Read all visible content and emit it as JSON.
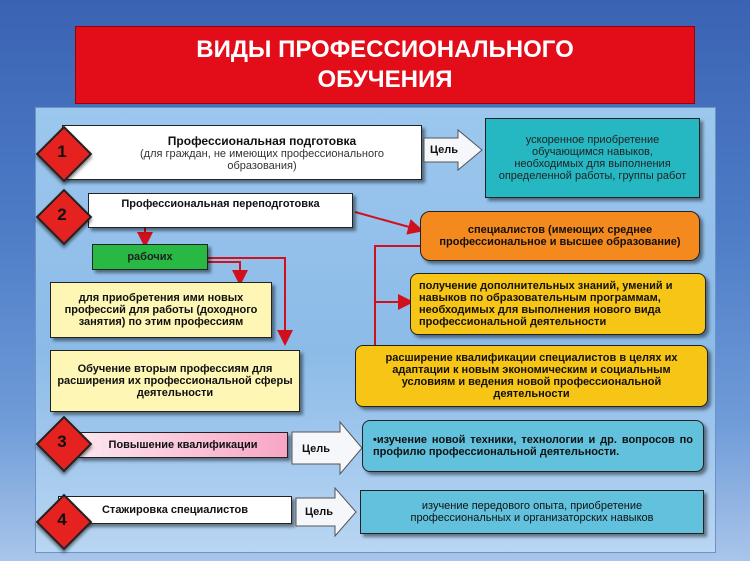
{
  "title": {
    "line1": "ВИДЫ ПРОФЕССИОНАЛЬНОГО",
    "line2": "ОБУЧЕНИЯ"
  },
  "goal_label": "Цель",
  "sections": [
    {
      "number": "1",
      "name": "Профессиональная подготовка",
      "sub1": "(для граждан, не имеющих профессионального",
      "sub2": "образования)",
      "goal": "ускоренное приобретение обучающимся навыков, необходимых для выполнения определенной работы, группы работ"
    },
    {
      "number": "2",
      "name": "Профессиональная переподготовка",
      "specialists": "специалистов (имеющих среднее профессиональное и высшее образование)",
      "workers": "рабочих",
      "workers_goal1": "для приобретения ими новых профессий для работы (доходного занятия) по этим профессиям",
      "workers_goal2": "Обучение вторым профессиям для расширения их профессиональной сферы деятельности",
      "spec_goal1": "получение дополнительных знаний, умений и навыков по образовательным программам, необходимых для выполнения нового вида профессиональной деятельности",
      "spec_goal2": "расширение квалификации специалистов в целях их адаптации к новым экономическим и социальным условиям и ведения новой профессиональной деятельности"
    },
    {
      "number": "3",
      "name": "Повышение квалификации",
      "goal": "•изучение новой техники, технологии и др. вопросов по профилю профессиональной деятельности."
    },
    {
      "number": "4",
      "name": "Стажировка специалистов",
      "goal": "изучение передового опыта, приобретение профессиональных и организаторских навыков"
    }
  ]
}
